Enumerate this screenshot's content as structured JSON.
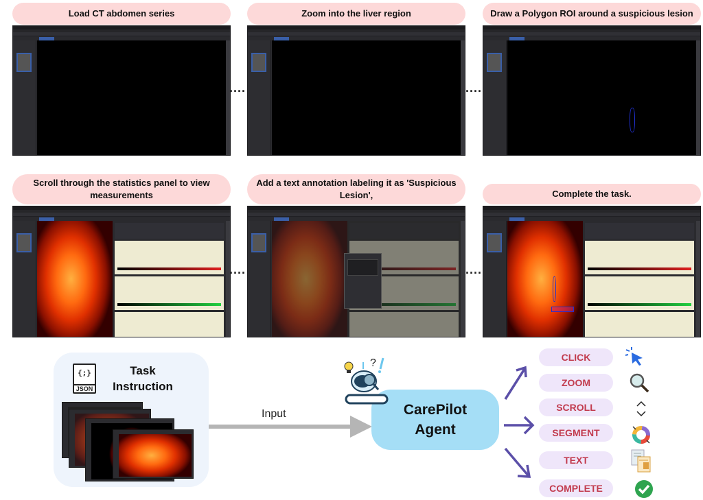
{
  "steps": [
    {
      "label": "Load CT abdomen series",
      "view": "grayscale-full"
    },
    {
      "label": "Zoom into the liver region",
      "view": "zoomed-hot"
    },
    {
      "label": "Draw a Polygon ROI around a suspicious lesion",
      "view": "hot-with-roi"
    },
    {
      "label": "Scroll through the statistics panel to view measurements",
      "view": "hot-with-histograms"
    },
    {
      "label": "Add a text annotation labeling it as 'Suspicious Lesion',",
      "view": "dialog-open"
    },
    {
      "label": "Complete the task.",
      "view": "hot-with-histograms-annotated"
    }
  ],
  "separators": [
    "....",
    "....",
    "....",
    "...."
  ],
  "task_instruction": {
    "title_line1": "Task",
    "title_line2": "Instruction",
    "icon_braces": "{;}",
    "icon_label": "JSON"
  },
  "input_arrow_label": "Input",
  "agent": {
    "name_line1": "CarePilot",
    "name_line2": "Agent",
    "mascot_marks": "?!"
  },
  "actions": [
    {
      "label": "CLICK",
      "icon": "cursor-click-icon"
    },
    {
      "label": "ZOOM",
      "icon": "magnifier-icon"
    },
    {
      "label": "SCROLL",
      "icon": "scroll-chevrons-icon"
    },
    {
      "label": "SEGMENT",
      "icon": "segment-donut-icon"
    },
    {
      "label": "TEXT",
      "icon": "documents-icon"
    },
    {
      "label": "COMPLETE",
      "icon": "check-circle-icon"
    }
  ],
  "colors": {
    "step_label_bg": "#fdd9d9",
    "task_box_bg": "#eef4fc",
    "agent_box_bg": "#a5def6",
    "action_pill_bg": "#efe6fa",
    "action_text": "#c23b4e",
    "flow_arrow": "#5b4fa8",
    "input_arrow": "#b5b5b5"
  }
}
